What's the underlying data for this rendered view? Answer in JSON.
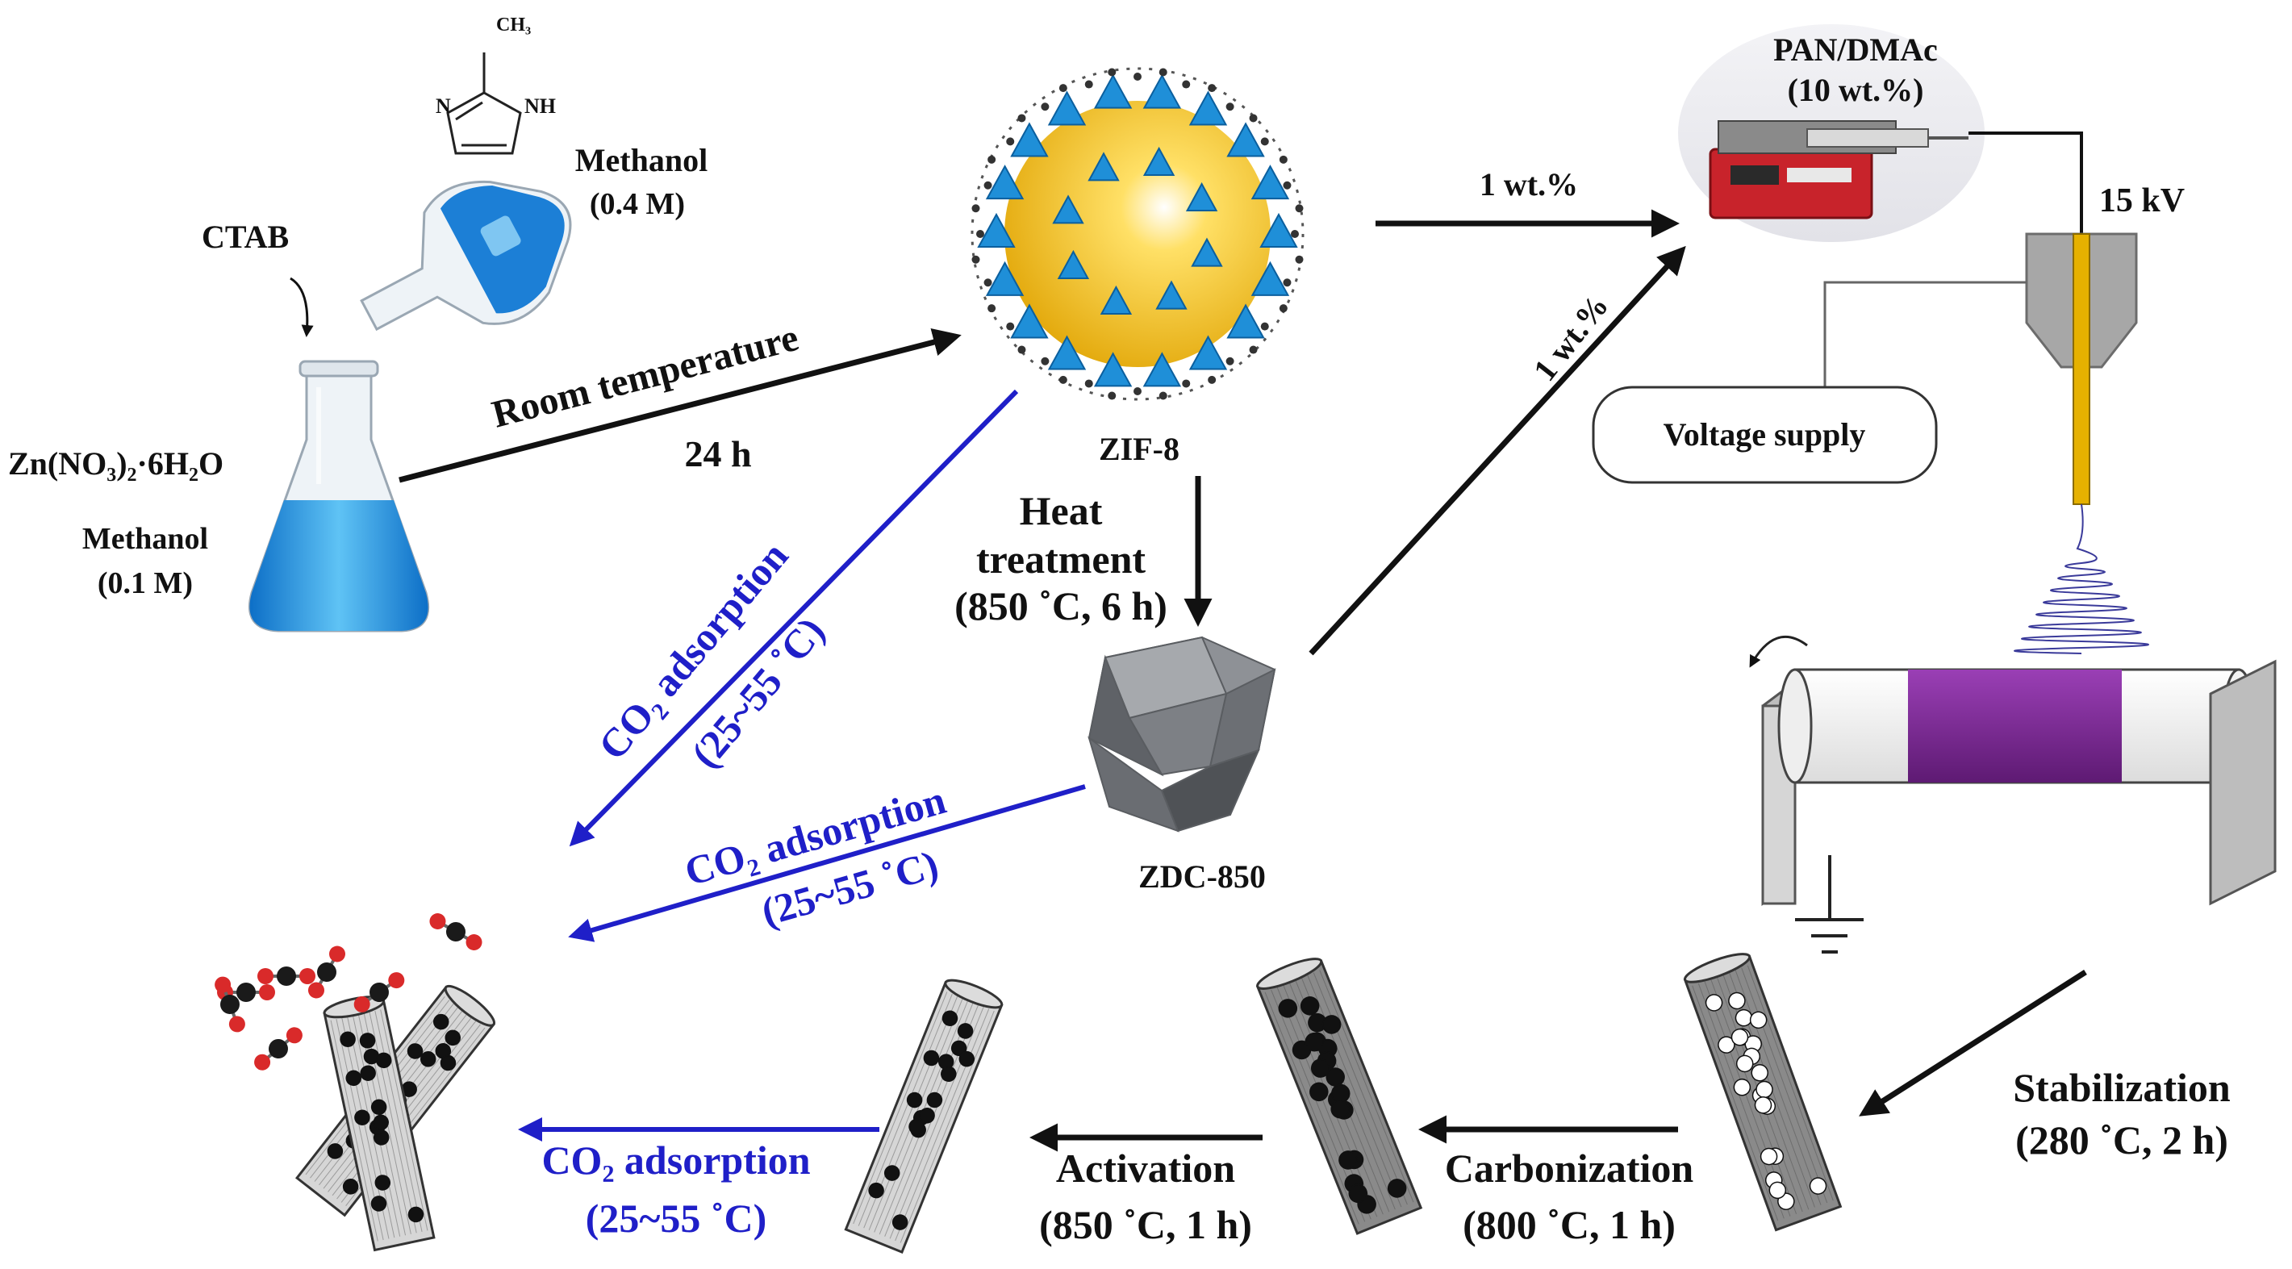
{
  "colors": {
    "black_arrow": "#111111",
    "blue_arrow": "#1f1fc8",
    "zif_core": "#f2c419",
    "zif_tetra": "#1f8fd8",
    "zdc": "#7a7d82",
    "drum_band": "#7b2a93",
    "syringe_pump": "#c8232b",
    "needle": "#e6b100",
    "fiber_gray": "#8a8a8a",
    "co2_oxygen": "#d92a2a",
    "co2_carbon": "#1a1a1a"
  },
  "labels": {
    "ctab": "CTAB",
    "zn_nitrate": "Zn(NO₃)₂·6H₂O",
    "methanol_a": "Methanol",
    "methanol_a_conc": "(0.1 M)",
    "methyl": "CH₃",
    "imid_n": "N",
    "imid_nh": "NH",
    "methanol_b": "Methanol",
    "methanol_b_conc": "(0.4 M)",
    "room_temp": "Room temperature",
    "time_24h": "24 h",
    "zif8": "ZIF-8",
    "heat_1": "Heat",
    "heat_2": "treatment",
    "heat_3": "(850 ˚C, 6 h)",
    "zdc": "ZDC-850",
    "co2_diag_1": "CO₂ adsorption",
    "co2_diag_2": "(25~55 ˚C)",
    "co2_mid_1": "CO₂ adsorption",
    "co2_mid_2": "(25~55 ˚C)",
    "co2_bottom_1": "CO₂ adsorption",
    "co2_bottom_2": "(25~55 ˚C)",
    "wt_top": "1 wt.%",
    "wt_diag": "1 wt.%",
    "pan_1": "PAN/DMAc",
    "pan_2": "(10 wt.%)",
    "kv": "15 kV",
    "voltage": "Voltage supply",
    "stab_1": "Stabilization",
    "stab_2": "(280 ˚C, 2 h)",
    "carb_1": "Carbonization",
    "carb_2": "(800 ˚C, 1 h)",
    "act_1": "Activation",
    "act_2": "(850 ˚C, 1 h)"
  }
}
